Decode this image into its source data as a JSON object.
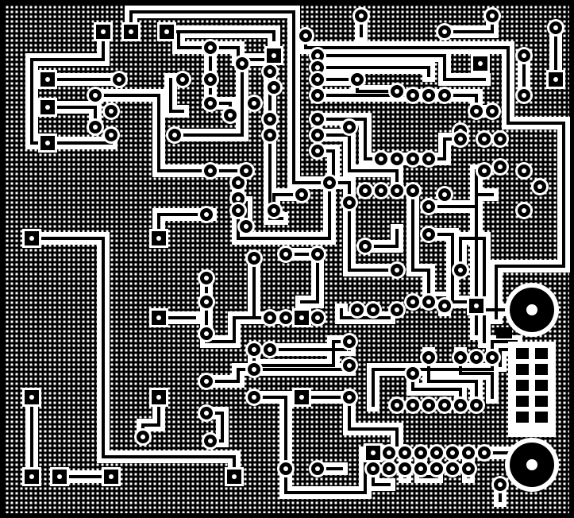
{
  "board": {
    "copper_color": "#000000",
    "substrate_color": "#ffffff",
    "grid_style": "cross-hatch"
  },
  "components": {
    "connector_right": {
      "pins": 5
    },
    "mounting_holes": 2,
    "ic_footprints": 3
  }
}
